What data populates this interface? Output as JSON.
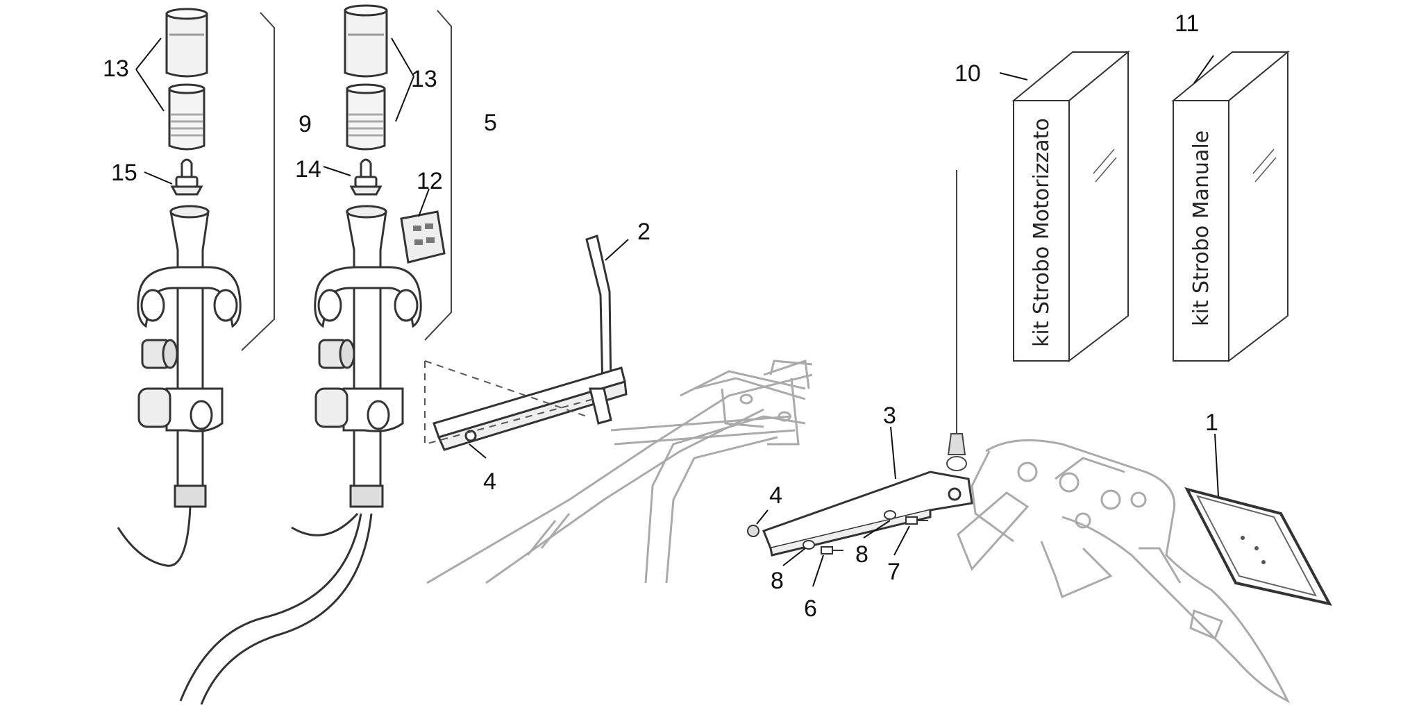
{
  "diagram": {
    "callouts": {
      "c1": "1",
      "c2": "2",
      "c3": "3",
      "c4a": "4",
      "c4b": "4",
      "c5": "5",
      "c6": "6",
      "c7": "7",
      "c8a": "8",
      "c8b": "8",
      "c9": "9",
      "c10": "10",
      "c11": "11",
      "c12": "12",
      "c13a": "13",
      "c13b": "13",
      "c14": "14",
      "c15": "15"
    },
    "kit_boxes": {
      "motorized_label": "kit Strobo Motorizzato",
      "manual_label": "kit Strobo Manuale"
    }
  }
}
